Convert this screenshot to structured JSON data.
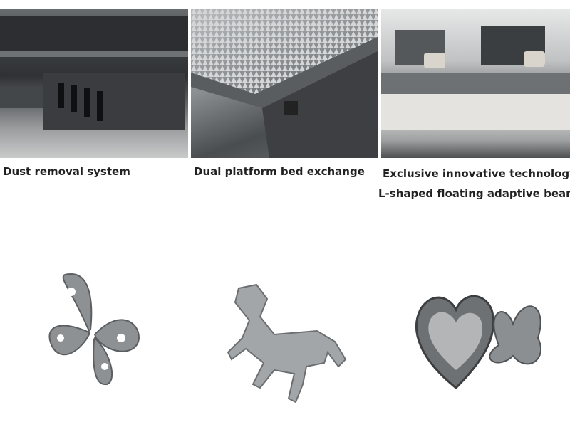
{
  "features": [
    {
      "caption": "Dust removal system",
      "image": "dust-removal-photo"
    },
    {
      "caption": "Dual platform bed exchange",
      "image": "dual-platform-photo"
    },
    {
      "caption_line1": "Exclusive innovative technology",
      "caption_line2": "L-shaped floating adaptive beam",
      "image": "beam-photo"
    }
  ],
  "samples": [
    "butterfly-cut-part",
    "horse-cut-part",
    "heart-butterfly-cut-part"
  ]
}
